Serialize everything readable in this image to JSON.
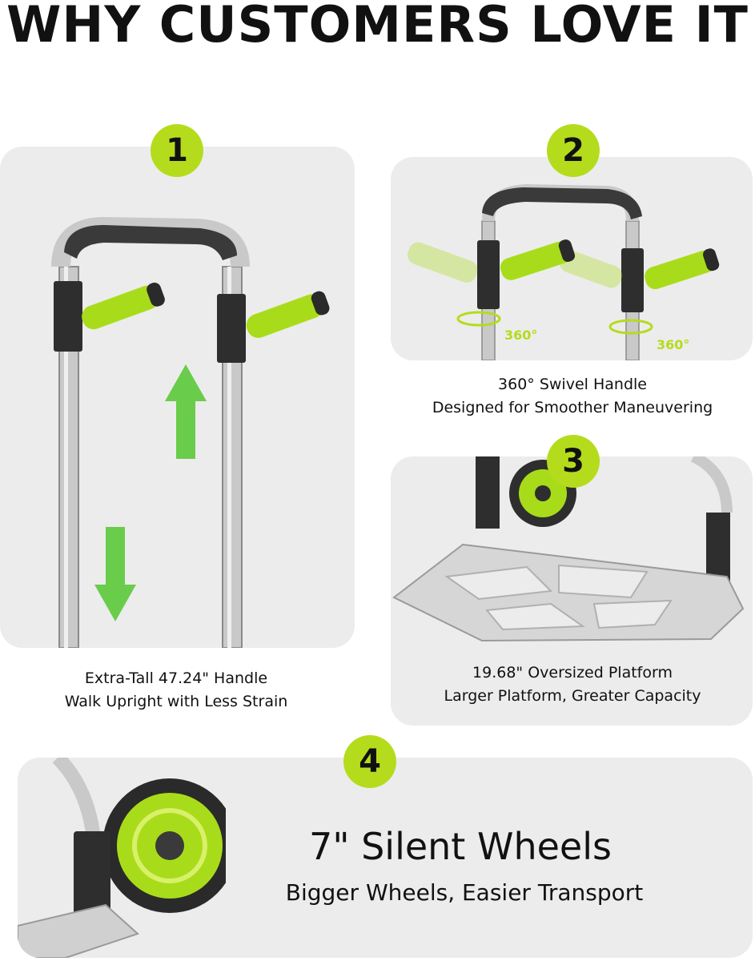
{
  "headline": "WHY CUSTOMERS LOVE IT",
  "features": [
    {
      "number": "1",
      "line1": "Extra-Tall 47.24\" Handle",
      "line2": "Walk Upright with Less Strain"
    },
    {
      "number": "2",
      "line1": "360° Swivel Handle",
      "line2": "Designed for Smoother Maneuvering",
      "rotation_label": "360°"
    },
    {
      "number": "3",
      "line1": "19.68\" Oversized Platform",
      "line2": "Larger Platform, Greater Capacity"
    },
    {
      "number": "4",
      "title": "7\" Silent Wheels",
      "subtitle": "Bigger Wheels, Easier Transport"
    }
  ],
  "colors": {
    "accent": "#b4dc1c",
    "panel": "#ececec",
    "grip": "#a8dc1a",
    "handle": "#3a3a3a",
    "metal": "#c8c8c8"
  }
}
